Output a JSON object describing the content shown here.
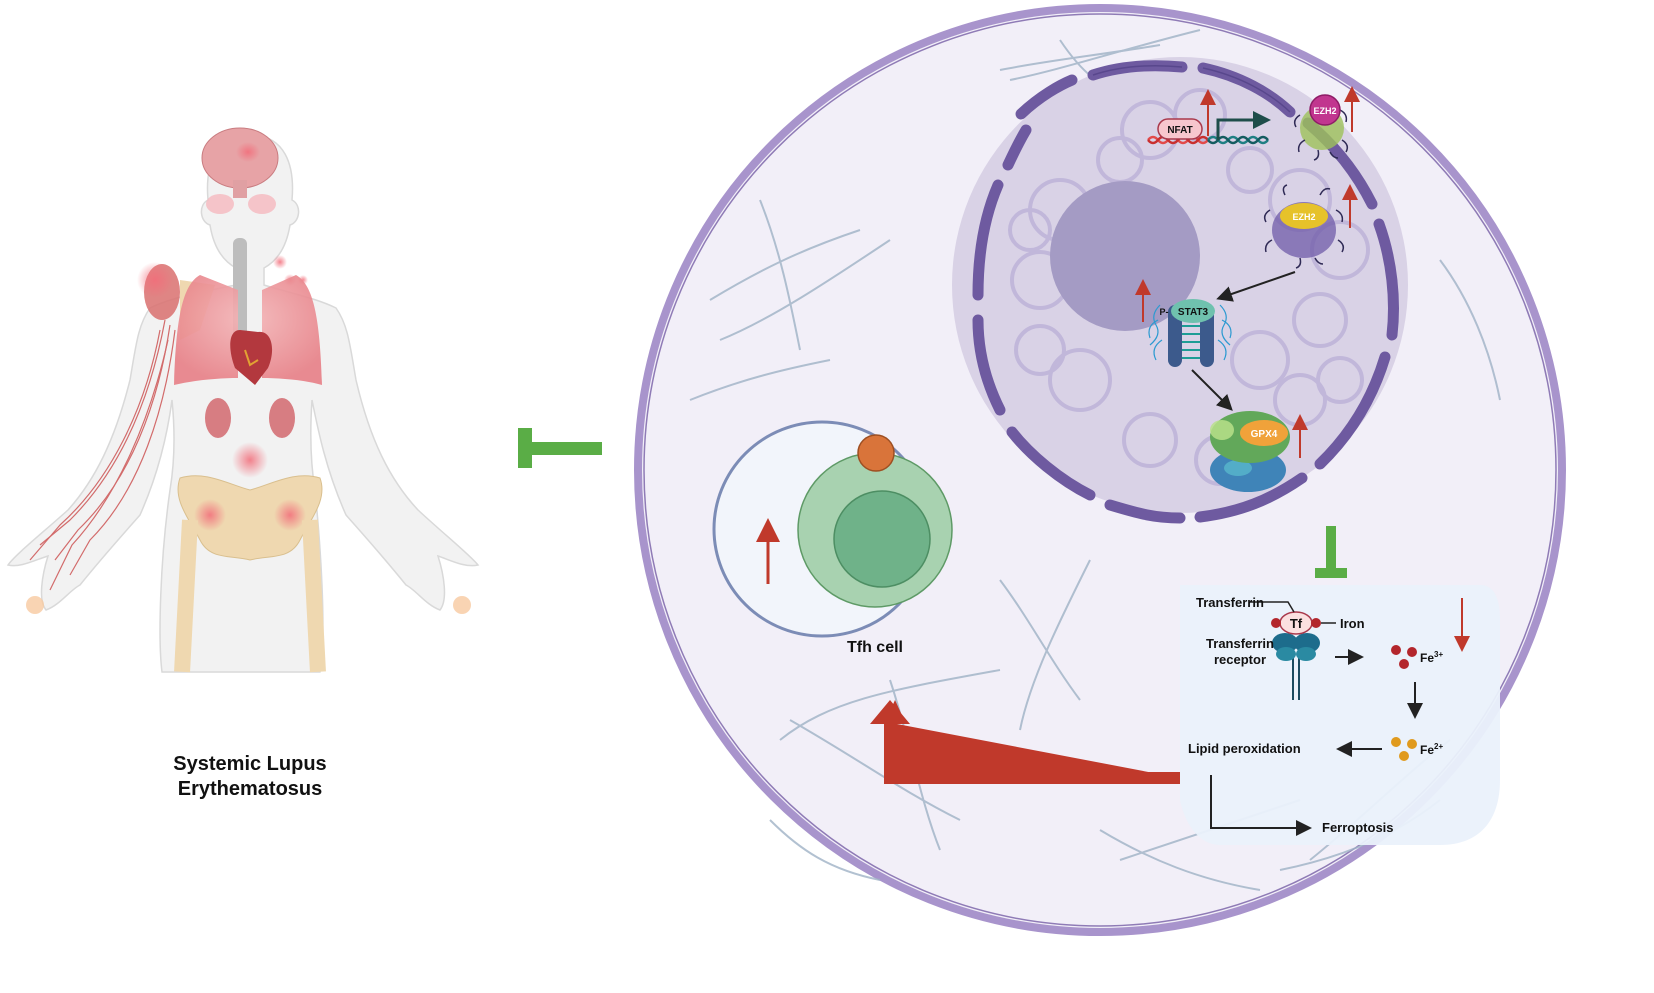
{
  "figure": {
    "left_panel": {
      "title_line1": "Systemic Lupus",
      "title_line2": "Erythematosus",
      "affected_sites": [
        "brain",
        "malar rash",
        "skin lesions",
        "shoulder muscle",
        "blood vessels",
        "lungs",
        "heart",
        "kidneys",
        "bladder",
        "hip joints",
        "fingertips"
      ]
    },
    "inhibition_symbol": "green-inhibition-bar",
    "cell": {
      "nucleus": {
        "nfat_label": "NFAT",
        "ezh2_top_label": "EZH2",
        "ezh2_mid_label": "EZH2",
        "stat3_label": "STAT3",
        "stat3_prefix": "P-",
        "gpx4_label": "GPX4"
      },
      "tfh": {
        "label": "Tfh cell"
      },
      "ferroptosis_panel": {
        "transferrin_label": "Transferrin",
        "tf_label": "Tf",
        "iron_label": "Iron",
        "receptor_label_line1": "Transferrin",
        "receptor_label_line2": "receptor",
        "fe3_label": "Fe",
        "fe3_sup": "3+",
        "fe2_label": "Fe",
        "fe2_sup": "2+",
        "lipid_label": "Lipid peroxidation",
        "ferroptosis_label": "Ferroptosis"
      }
    },
    "colors": {
      "inhibit_green": "#5aad46",
      "upregulate_red": "#c0392b",
      "cell_membrane": "#a894cc",
      "nucleus_envelope": "#6e5aa0",
      "tfh_green": "#a8d2b0",
      "tfh_orange": "#d9743a"
    }
  }
}
